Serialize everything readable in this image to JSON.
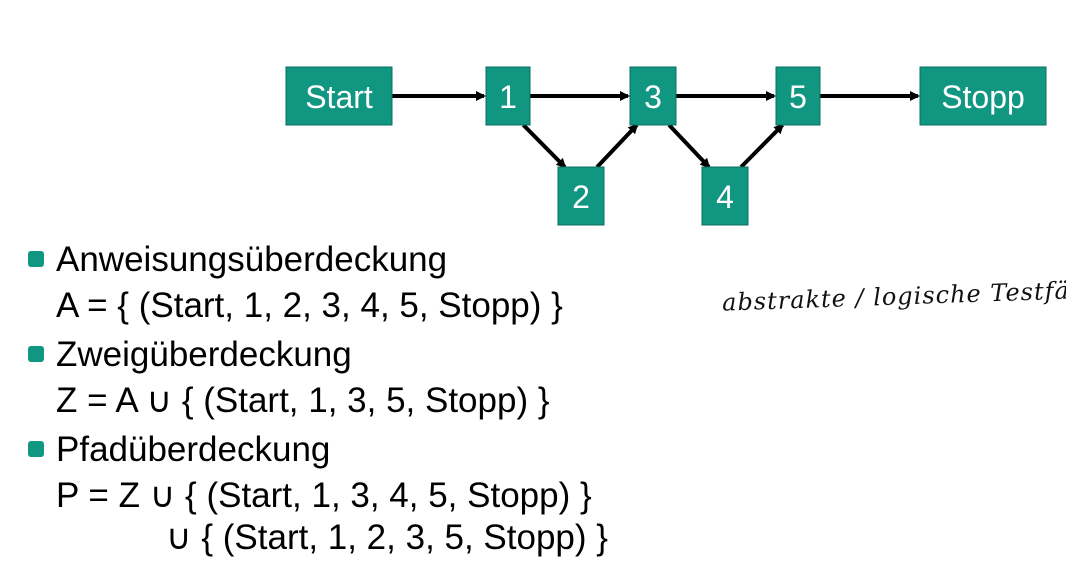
{
  "diagram": {
    "nodes": [
      {
        "id": "start",
        "label": "Start"
      },
      {
        "id": "n1",
        "label": "1"
      },
      {
        "id": "n2",
        "label": "2"
      },
      {
        "id": "n3",
        "label": "3"
      },
      {
        "id": "n4",
        "label": "4"
      },
      {
        "id": "n5",
        "label": "5"
      },
      {
        "id": "stopp",
        "label": "Stopp"
      }
    ],
    "edges": [
      {
        "from": "start",
        "to": "n1"
      },
      {
        "from": "n1",
        "to": "n3"
      },
      {
        "from": "n1",
        "to": "n2"
      },
      {
        "from": "n2",
        "to": "n3"
      },
      {
        "from": "n3",
        "to": "n5"
      },
      {
        "from": "n3",
        "to": "n4"
      },
      {
        "from": "n4",
        "to": "n5"
      },
      {
        "from": "n5",
        "to": "stopp"
      }
    ],
    "colors": {
      "node_fill": "#119682",
      "node_text": "#ffffff",
      "arrow": "#000000"
    }
  },
  "coverage": [
    {
      "heading": "Anweisungsüberdeckung",
      "lines": [
        "A = { (Start, 1, 2, 3, 4, 5, Stopp) }"
      ]
    },
    {
      "heading": "Zweigüberdeckung",
      "lines": [
        "Z = A ∪ { (Start, 1, 3, 5, Stopp) }"
      ]
    },
    {
      "heading": "Pfadüberdeckung",
      "lines": [
        "P = Z ∪ { (Start, 1, 3, 4, 5, Stopp) }",
        "∪ { (Start, 1, 2, 3, 5, Stopp) }"
      ]
    }
  ],
  "handwritten_note": "abstrakte / logische Testfälle",
  "bullet_color": "#119682"
}
